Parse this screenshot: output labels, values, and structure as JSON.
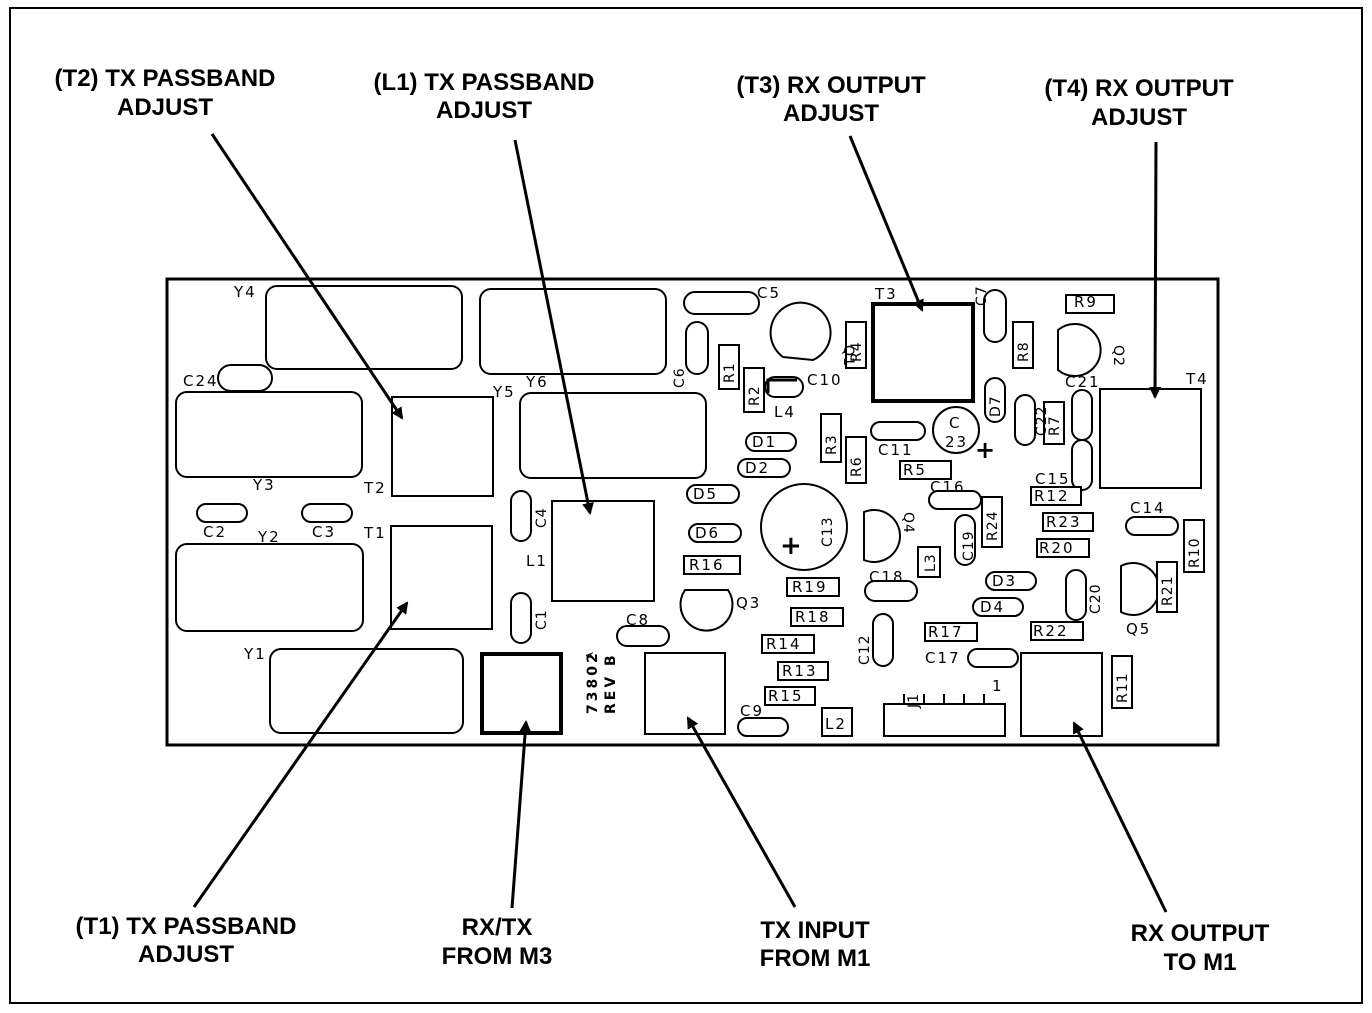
{
  "callouts": {
    "t2": {
      "line1": "(T2) TX PASSBAND",
      "line2": "ADJUST"
    },
    "l1": {
      "line1": "(L1) TX PASSBAND",
      "line2": "ADJUST"
    },
    "t3": {
      "line1": "(T3) RX OUTPUT",
      "line2": "ADJUST"
    },
    "t4": {
      "line1": "(T4) RX OUTPUT",
      "line2": "ADJUST"
    },
    "t1": {
      "line1": "(T1) TX PASSBAND",
      "line2": "ADJUST"
    },
    "rxtx": {
      "line1": "RX/TX",
      "line2": "FROM M3"
    },
    "txin": {
      "line1": "TX INPUT",
      "line2": "FROM M1"
    },
    "rxout": {
      "line1": "RX OUTPUT",
      "line2": "TO M1"
    }
  },
  "board": {
    "part_number": "73802",
    "part_suffix": "A",
    "revision": "REV B",
    "connector_pin": "1"
  },
  "labels": {
    "Y1": "Y1",
    "Y2": "Y2",
    "Y3": "Y3",
    "Y4": "Y4",
    "Y5": "Y5",
    "Y6": "Y6",
    "T1": "T1",
    "T2": "T2",
    "T3": "T3",
    "T4": "T4",
    "L1": "L1",
    "L2": "L2",
    "L3": "L3",
    "L4": "L4",
    "C1": "C1",
    "C2": "C2",
    "C3": "C3",
    "C4": "C4",
    "C5": "C5",
    "C6": "C6",
    "C7": "C7",
    "C8": "C8",
    "C9": "C9",
    "C10": "C10",
    "C11": "C11",
    "C12": "C12",
    "C13": "C13",
    "C14": "C14",
    "C15": "C15",
    "C16": "C16",
    "C17": "C17",
    "C18": "C18",
    "C19": "C19",
    "C20": "C20",
    "C21": "C21",
    "C22": "C22",
    "C23a": "C",
    "C23b": "23",
    "C24": "C24",
    "R1": "R1",
    "R2": "R2",
    "R3": "R3",
    "R4": "R4",
    "R5": "R5",
    "R6": "R6",
    "R7": "R7",
    "R8": "R8",
    "R9": "R9",
    "R10": "R10",
    "R11": "R11",
    "R12": "R12",
    "R13": "R13",
    "R14": "R14",
    "R15": "R15",
    "R16": "R16",
    "R17": "R17",
    "R18": "R18",
    "R19": "R19",
    "R20": "R20",
    "R21": "R21",
    "R22": "R22",
    "R23": "R23",
    "R24": "R24",
    "D1": "D1",
    "D2": "D2",
    "D3": "D3",
    "D4": "D4",
    "D5": "D5",
    "D6": "D6",
    "D7": "D7",
    "Q1": "Q1",
    "Q2": "Q2",
    "Q3": "Q3",
    "Q4": "Q4",
    "Q5": "Q5",
    "J1": "J1",
    "plus": "+"
  }
}
